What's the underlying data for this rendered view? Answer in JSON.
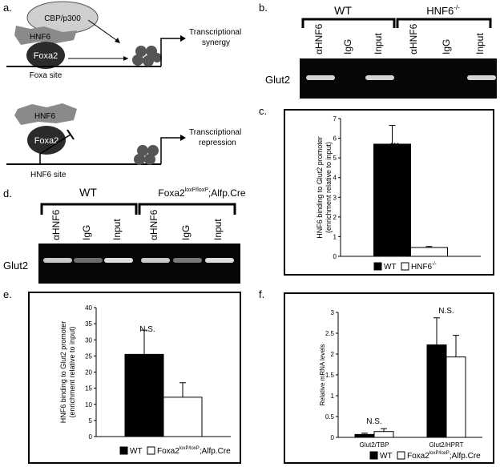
{
  "panels": {
    "a": {
      "label": "a.",
      "top": {
        "cofactor": "CBP/p300",
        "hnf6": "HNF6",
        "foxa2": "Foxa2",
        "site": "Foxa site",
        "outcome_line1": "Transcriptional",
        "outcome_line2": "synergy"
      },
      "bottom": {
        "hnf6": "HNF6",
        "foxa2": "Foxa2",
        "site": "HNF6 site",
        "outcome_line1": "Transcriptional",
        "outcome_line2": "repression"
      }
    },
    "b": {
      "label": "b.",
      "group1": "WT",
      "group2": "HNF6",
      "group2_sup": "-/-",
      "lanes": [
        "αHNF6",
        "IgG",
        "Input",
        "αHNF6",
        "IgG",
        "Input"
      ],
      "row_label": "Glut2",
      "band_intensity": [
        0.85,
        0.0,
        0.85,
        0.0,
        0.0,
        0.85
      ]
    },
    "c": {
      "label": "c.",
      "chart_data": {
        "type": "bar",
        "ylabel": "HNF6 binding to Glut2 promoter (enrichment relative to input)",
        "ylabel_line1": "HNF6 binding to Glut2 promoter",
        "ylabel_line2": "(enrichment relative to input)",
        "ylim": [
          0,
          7
        ],
        "yticks": [
          0,
          1,
          2,
          3,
          4,
          5,
          6,
          7
        ],
        "series": [
          {
            "name": "WT",
            "color": "#000000",
            "values": [
              5.7
            ],
            "errors": [
              0.95
            ]
          },
          {
            "name": "HNF6-/-",
            "color": "#ffffff",
            "values": [
              0.45
            ],
            "errors": [
              0.05
            ]
          }
        ],
        "annotation": "***",
        "legend": [
          {
            "label": "WT",
            "sup": "",
            "color": "#000000"
          },
          {
            "label": "HNF6",
            "sup": "-/-",
            "color": "#ffffff"
          }
        ],
        "legend_position": "bottom"
      }
    },
    "d": {
      "label": "d.",
      "group1": "WT",
      "group2_prefix": "Foxa2",
      "group2_sup": "loxP/loxP",
      "group2_suffix": ";Alfp.Cre",
      "lanes": [
        "αHNF6",
        "IgG",
        "Input",
        "αHNF6",
        "IgG",
        "Input"
      ],
      "row_label": "Glut2",
      "band_intensity": [
        0.8,
        0.35,
        0.9,
        0.8,
        0.4,
        0.9
      ]
    },
    "e": {
      "label": "e.",
      "chart_data": {
        "type": "bar",
        "ylabel": "HNF6 binding to Glut2 promoter (enrichment relative to input)",
        "ylabel_line1": "HNF6 binding to Glut2 promoter",
        "ylabel_line2": "(enrichment relative to input)",
        "ylim": [
          0,
          40
        ],
        "yticks": [
          0,
          5,
          10,
          15,
          20,
          25,
          30,
          35,
          40
        ],
        "series": [
          {
            "name": "WT",
            "color": "#000000",
            "values": [
              25.5
            ],
            "errors": [
              7.5
            ]
          },
          {
            "name": "Foxa2loxP/loxP;Alfp.Cre",
            "color": "#ffffff",
            "values": [
              12.2
            ],
            "errors": [
              4.5
            ]
          }
        ],
        "annotation": "N.S.",
        "legend": [
          {
            "label": "WT",
            "sup": "",
            "suffix": "",
            "color": "#000000"
          },
          {
            "label": "Foxa2",
            "sup": "loxP/loxP",
            "suffix": ";Alfp.Cre",
            "color": "#ffffff"
          }
        ],
        "legend_position": "bottom"
      }
    },
    "f": {
      "label": "f.",
      "chart_data": {
        "type": "bar",
        "ylabel": "Relative mRNA levels",
        "ylim": [
          0,
          3
        ],
        "yticks": [
          "0",
          "0.5",
          "1",
          "1.5",
          "2",
          "2.5",
          "3"
        ],
        "categories": [
          "Glut2/TBP",
          "Glut2/HPRT"
        ],
        "series": [
          {
            "name": "WT",
            "color": "#000000",
            "values": [
              0.07,
              2.22
            ],
            "errors": [
              0.03,
              0.65
            ]
          },
          {
            "name": "Foxa2loxP/loxP;Alfp.Cre",
            "color": "#ffffff",
            "values": [
              0.14,
              1.93
            ],
            "errors": [
              0.07,
              0.52
            ]
          }
        ],
        "annotations": [
          "N.S.",
          "N.S."
        ],
        "legend": [
          {
            "label": "WT",
            "sup": "",
            "suffix": "",
            "color": "#000000"
          },
          {
            "label": "Foxa2",
            "sup": "loxP/loxP",
            "suffix": ";Alfp.Cre",
            "color": "#ffffff"
          }
        ],
        "legend_position": "bottom"
      }
    }
  }
}
